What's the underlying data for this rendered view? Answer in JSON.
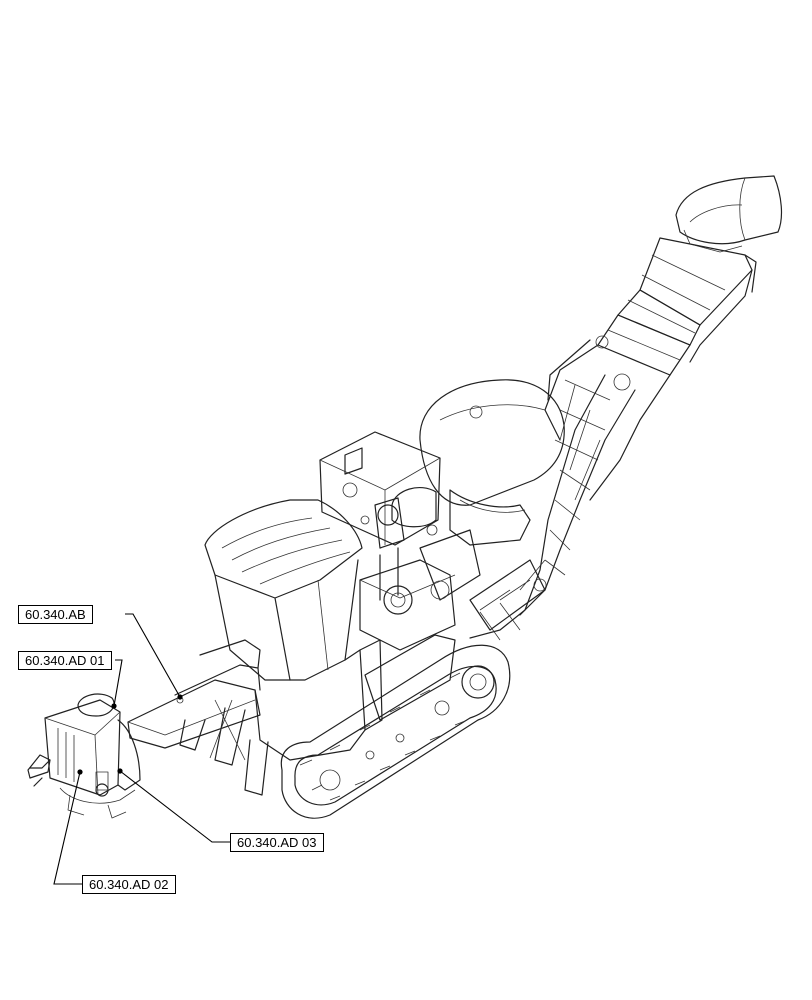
{
  "callouts": {
    "ab": "60.340.AB",
    "ad01": "60.340.AD 01",
    "ad03": "60.340.AD 03",
    "ad02": "60.340.AD 02"
  },
  "colors": {
    "line": "#222222",
    "background": "#ffffff"
  }
}
